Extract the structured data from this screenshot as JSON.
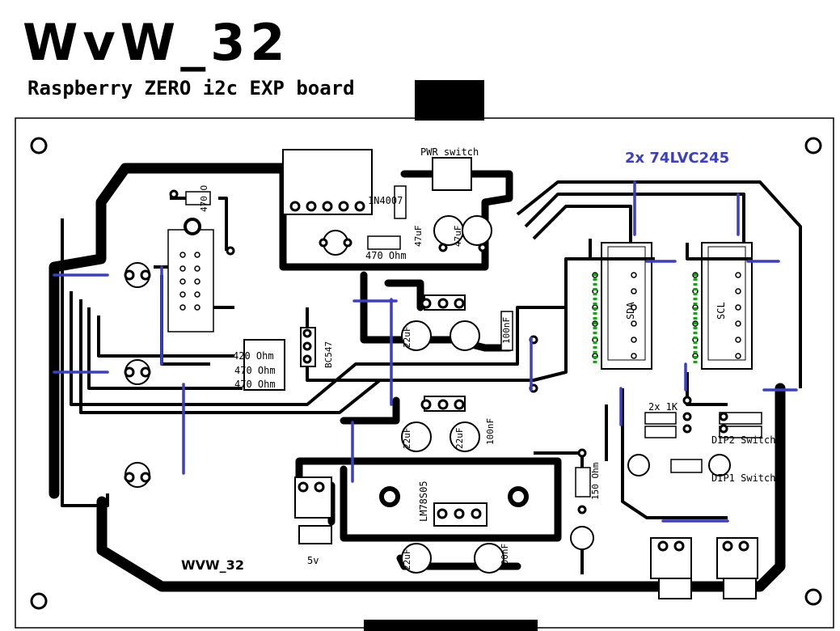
{
  "header": {
    "title": "WvW_32",
    "subtitle": "Raspberry ZERO i2c EXP board"
  },
  "annotation": {
    "chips_label": "2x 74LVC245",
    "color": "#3b3fc4"
  },
  "labels": {
    "pwr_switch": "PWR switch",
    "diode": "1N4007",
    "cap_47uf_a": "47uF",
    "cap_47uf_b": "47uF",
    "res_470_ohm": "470 Ohm",
    "res_470_top": "470 O",
    "res_420": "420 Ohm",
    "res_470_b": "470 Ohm",
    "res_470_c": "470 Ohm",
    "transistor": "BC547",
    "chip_sda": "SDA",
    "chip_scl": "SCL",
    "res_2x1k": "2x 1K",
    "dip2": "DIP2 Switch",
    "dip1": "DIP1 Switch",
    "regulator": "LM78S05",
    "res_150": "150 Ohm",
    "cap_100nf_a": "100nF",
    "cap_100nf_b": "100nF",
    "cap_100nf_c": "100nF",
    "cap_22uf": "22uF",
    "cap_22uf_b": "22uF",
    "cap_22uf_c": "22uF",
    "cap_22uf_d": "22uF",
    "board_name": "WVW_32",
    "five_volt": "5v"
  },
  "colors": {
    "trace": "#000000",
    "jumper": "#3b3fc4",
    "pin_highlight": "#1aa01a",
    "background": "#ffffff"
  }
}
